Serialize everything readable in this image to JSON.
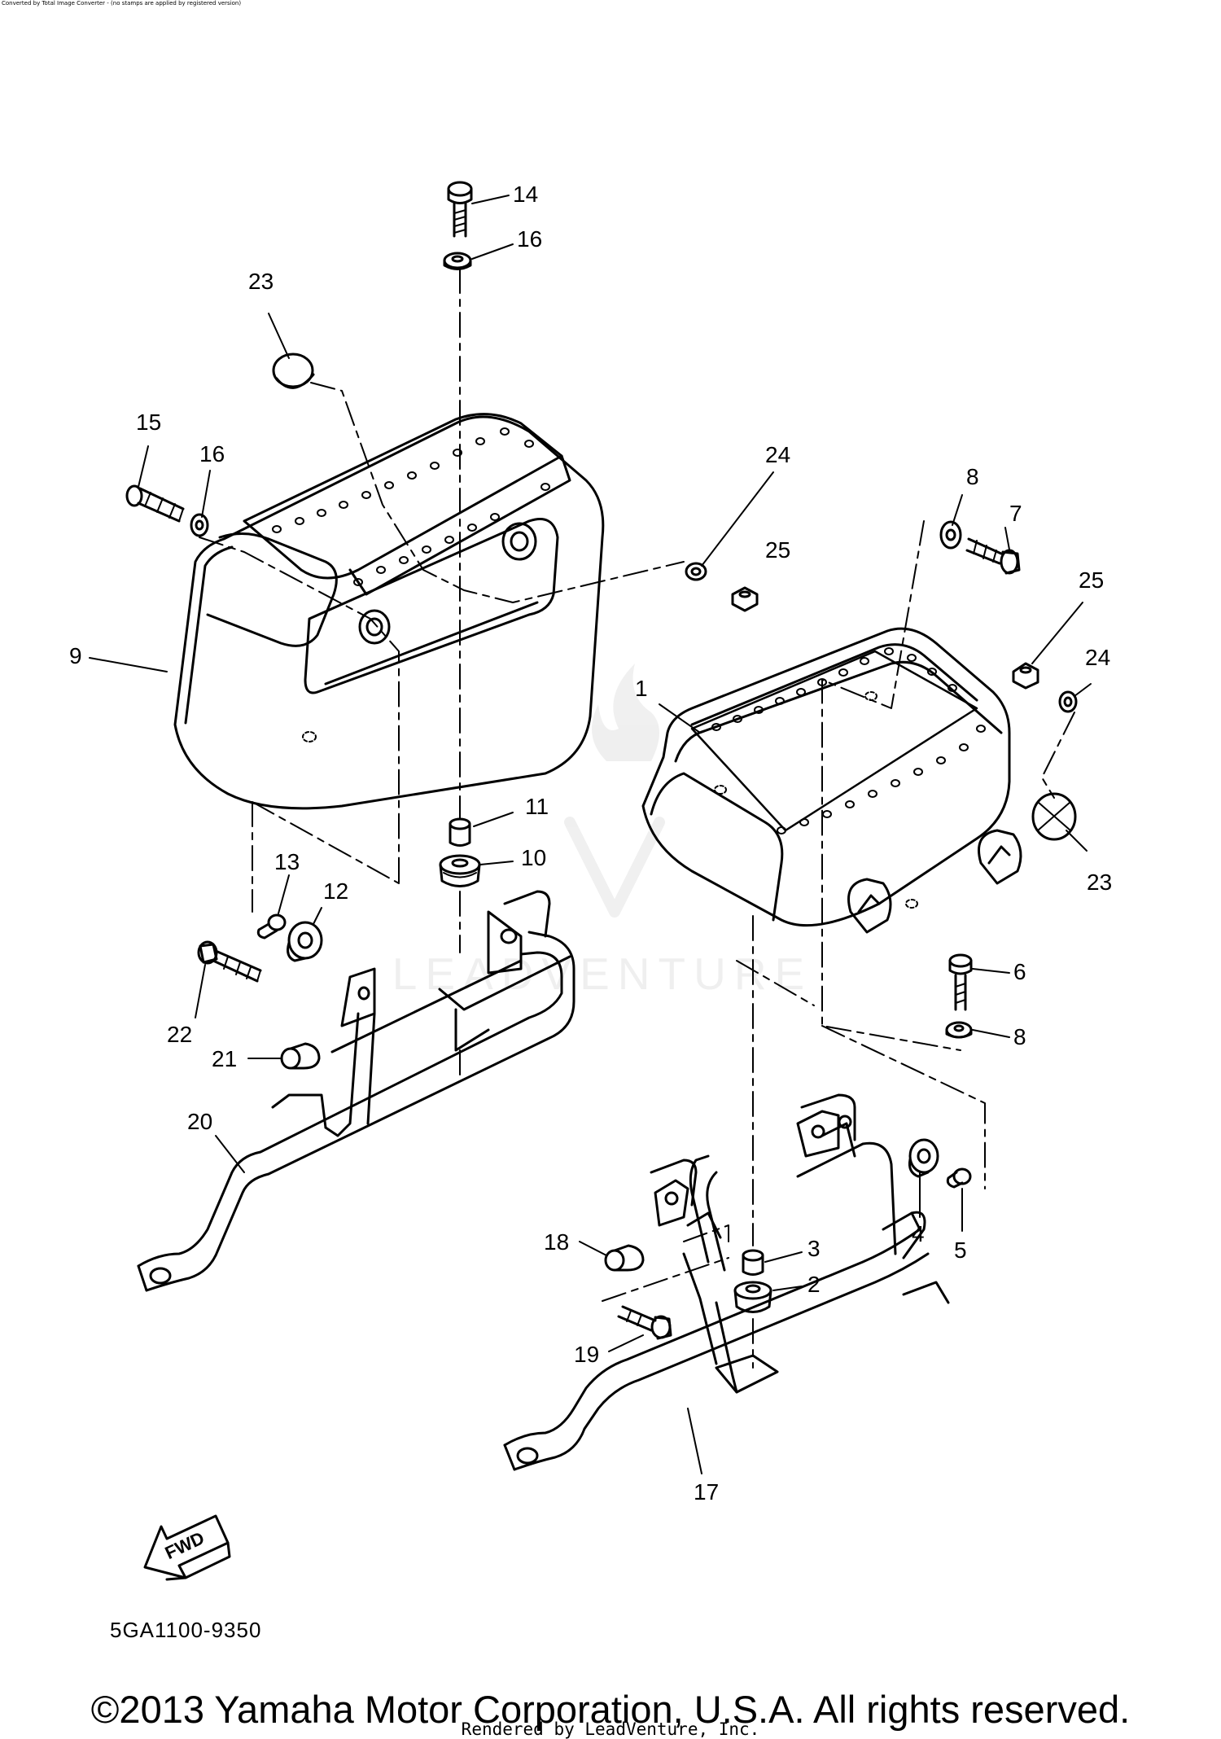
{
  "header": {
    "converter_notice": "Converted by Total Image Converter - (no stamps are applied by registered version)"
  },
  "watermark": {
    "text": "LEADVENTURE"
  },
  "callouts": [
    {
      "id": "c14",
      "label": "14"
    },
    {
      "id": "c16a",
      "label": "16"
    },
    {
      "id": "c23a",
      "label": "23"
    },
    {
      "id": "c15",
      "label": "15"
    },
    {
      "id": "c16b",
      "label": "16"
    },
    {
      "id": "c24a",
      "label": "24"
    },
    {
      "id": "c8a",
      "label": "8"
    },
    {
      "id": "c7",
      "label": "7"
    },
    {
      "id": "c25a",
      "label": "25"
    },
    {
      "id": "c25b",
      "label": "25"
    },
    {
      "id": "c24b",
      "label": "24"
    },
    {
      "id": "c9",
      "label": "9"
    },
    {
      "id": "c1",
      "label": "1"
    },
    {
      "id": "c23b",
      "label": "23"
    },
    {
      "id": "c11",
      "label": "11"
    },
    {
      "id": "c10",
      "label": "10"
    },
    {
      "id": "c13",
      "label": "13"
    },
    {
      "id": "c12",
      "label": "12"
    },
    {
      "id": "c6",
      "label": "6"
    },
    {
      "id": "c8b",
      "label": "8"
    },
    {
      "id": "c22",
      "label": "22"
    },
    {
      "id": "c21",
      "label": "21"
    },
    {
      "id": "c20",
      "label": "20"
    },
    {
      "id": "c4",
      "label": "4"
    },
    {
      "id": "c5",
      "label": "5"
    },
    {
      "id": "c18",
      "label": "18"
    },
    {
      "id": "c3",
      "label": "3"
    },
    {
      "id": "c2",
      "label": "2"
    },
    {
      "id": "c19",
      "label": "19"
    },
    {
      "id": "c17",
      "label": "17"
    }
  ],
  "fwd_arrow": {
    "label": "FWD"
  },
  "diagram_code": "5GA1100-9350",
  "footer": {
    "copyright": "©2013 Yamaha Motor Corporation, U.S.A. All rights reserved.",
    "rendered_by": "Rendered by LeadVenture, Inc."
  }
}
